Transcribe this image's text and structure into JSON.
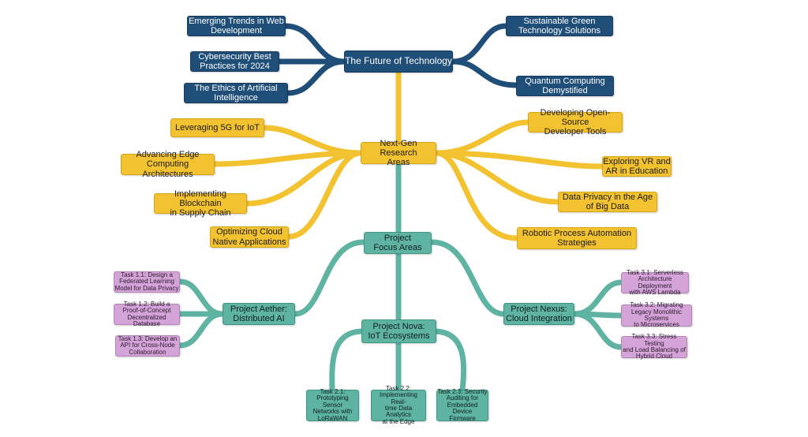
{
  "colors": {
    "navy": "#1f4e79",
    "gold": "#f2c230",
    "teal": "#5fb3a2",
    "pink": "#d4a3d8"
  },
  "root": {
    "label": "The Future of Technology"
  },
  "top_left": [
    "Emerging Trends in Web\nDevelopment",
    "Cybersecurity Best\nPractices for 2024",
    "The Ethics of Artificial\nIntelligence"
  ],
  "top_right": [
    "Sustainable Green\nTechnology Solutions",
    "Quantum Computing\nDemystified"
  ],
  "research": {
    "label": "Next-Gen Research\nAreas"
  },
  "research_left": [
    "Leveraging 5G for IoT",
    "Advancing Edge\nComputing Architectures",
    "Implementing Blockchain\nin Supply Chain",
    "Optimizing Cloud\nNative Applications"
  ],
  "research_right": [
    "Developing Open-Source\nDeveloper Tools",
    "Exploring VR and\nAR in Education",
    "Data Privacy in the Age\nof Big Data",
    "Robotic Process Automation\nStrategies"
  ],
  "focus": {
    "label": "Project\nFocus Areas"
  },
  "aether": {
    "label": "Project Aether:\nDistributed AI",
    "tasks": [
      "Task 1.1: Design a\nFederated Learning\nModel for Data Privacy",
      "Task 1.2: Build a\nProof-of-Concept\nDecentralized Database",
      "Task 1.3: Develop an\nAPI for Cross-Node\nCollaboration"
    ]
  },
  "nexus": {
    "label": "Project Nexus:\nCloud Integration",
    "tasks": [
      "Task 3.1: Serverless\nArchitecture Deployment\nwith AWS Lambda",
      "Task 3.2: Migrating\nLegacy Monolithic Systems\nto Microservices",
      "Task 3.3: Stress Testing\nand Load Balancing of\nHybrid Cloud"
    ]
  },
  "nova": {
    "label": "Project Nova:\nIoT Ecosystems",
    "tasks": [
      "Task 2.1:\nPrototyping Sensor\nNetworks with\nLoRaWAN",
      "Task 2.2:\nImplementing Real-\ntime Data Analytics\nat the Edge",
      "Task 2.3: Security\nAuditing for\nEmbedded Device\nFirmware"
    ]
  }
}
